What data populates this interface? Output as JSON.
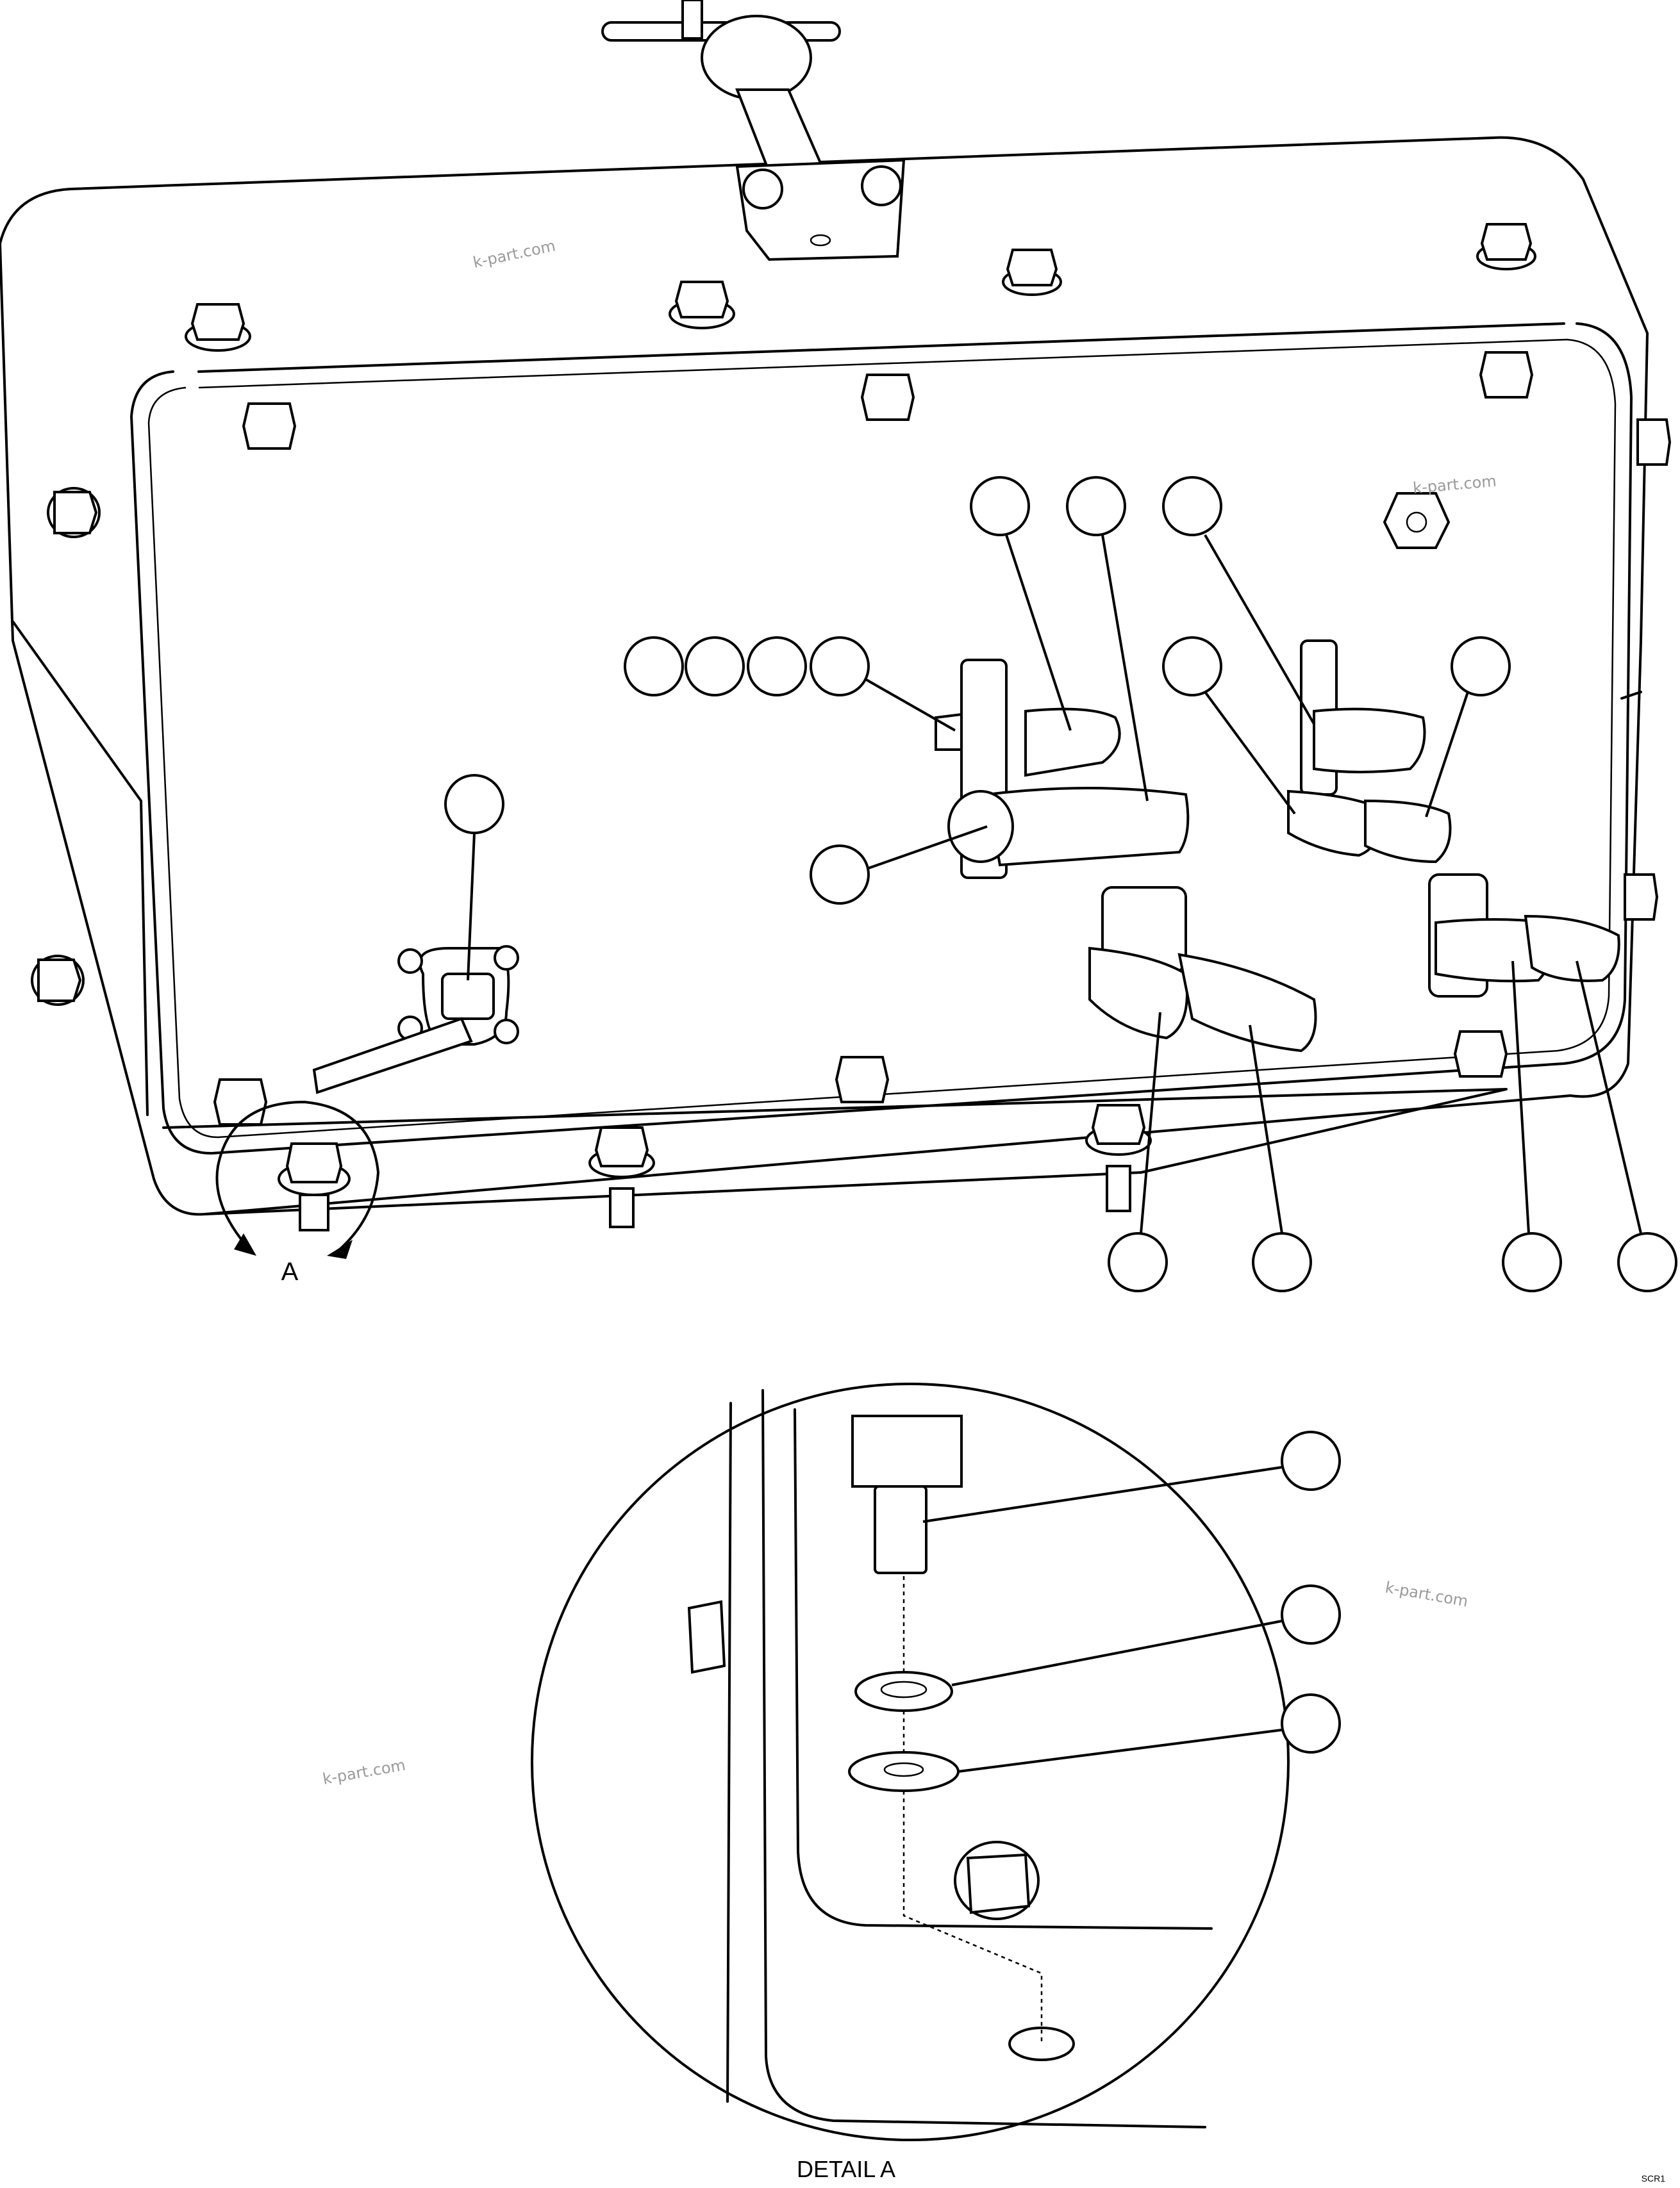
{
  "detail_marker": "A",
  "detail_title": "DETAIL A",
  "sheet_code": "SCR1",
  "watermarks": [
    "k-part.com",
    "k-part.com",
    "k-part.com",
    "k-part.com"
  ]
}
